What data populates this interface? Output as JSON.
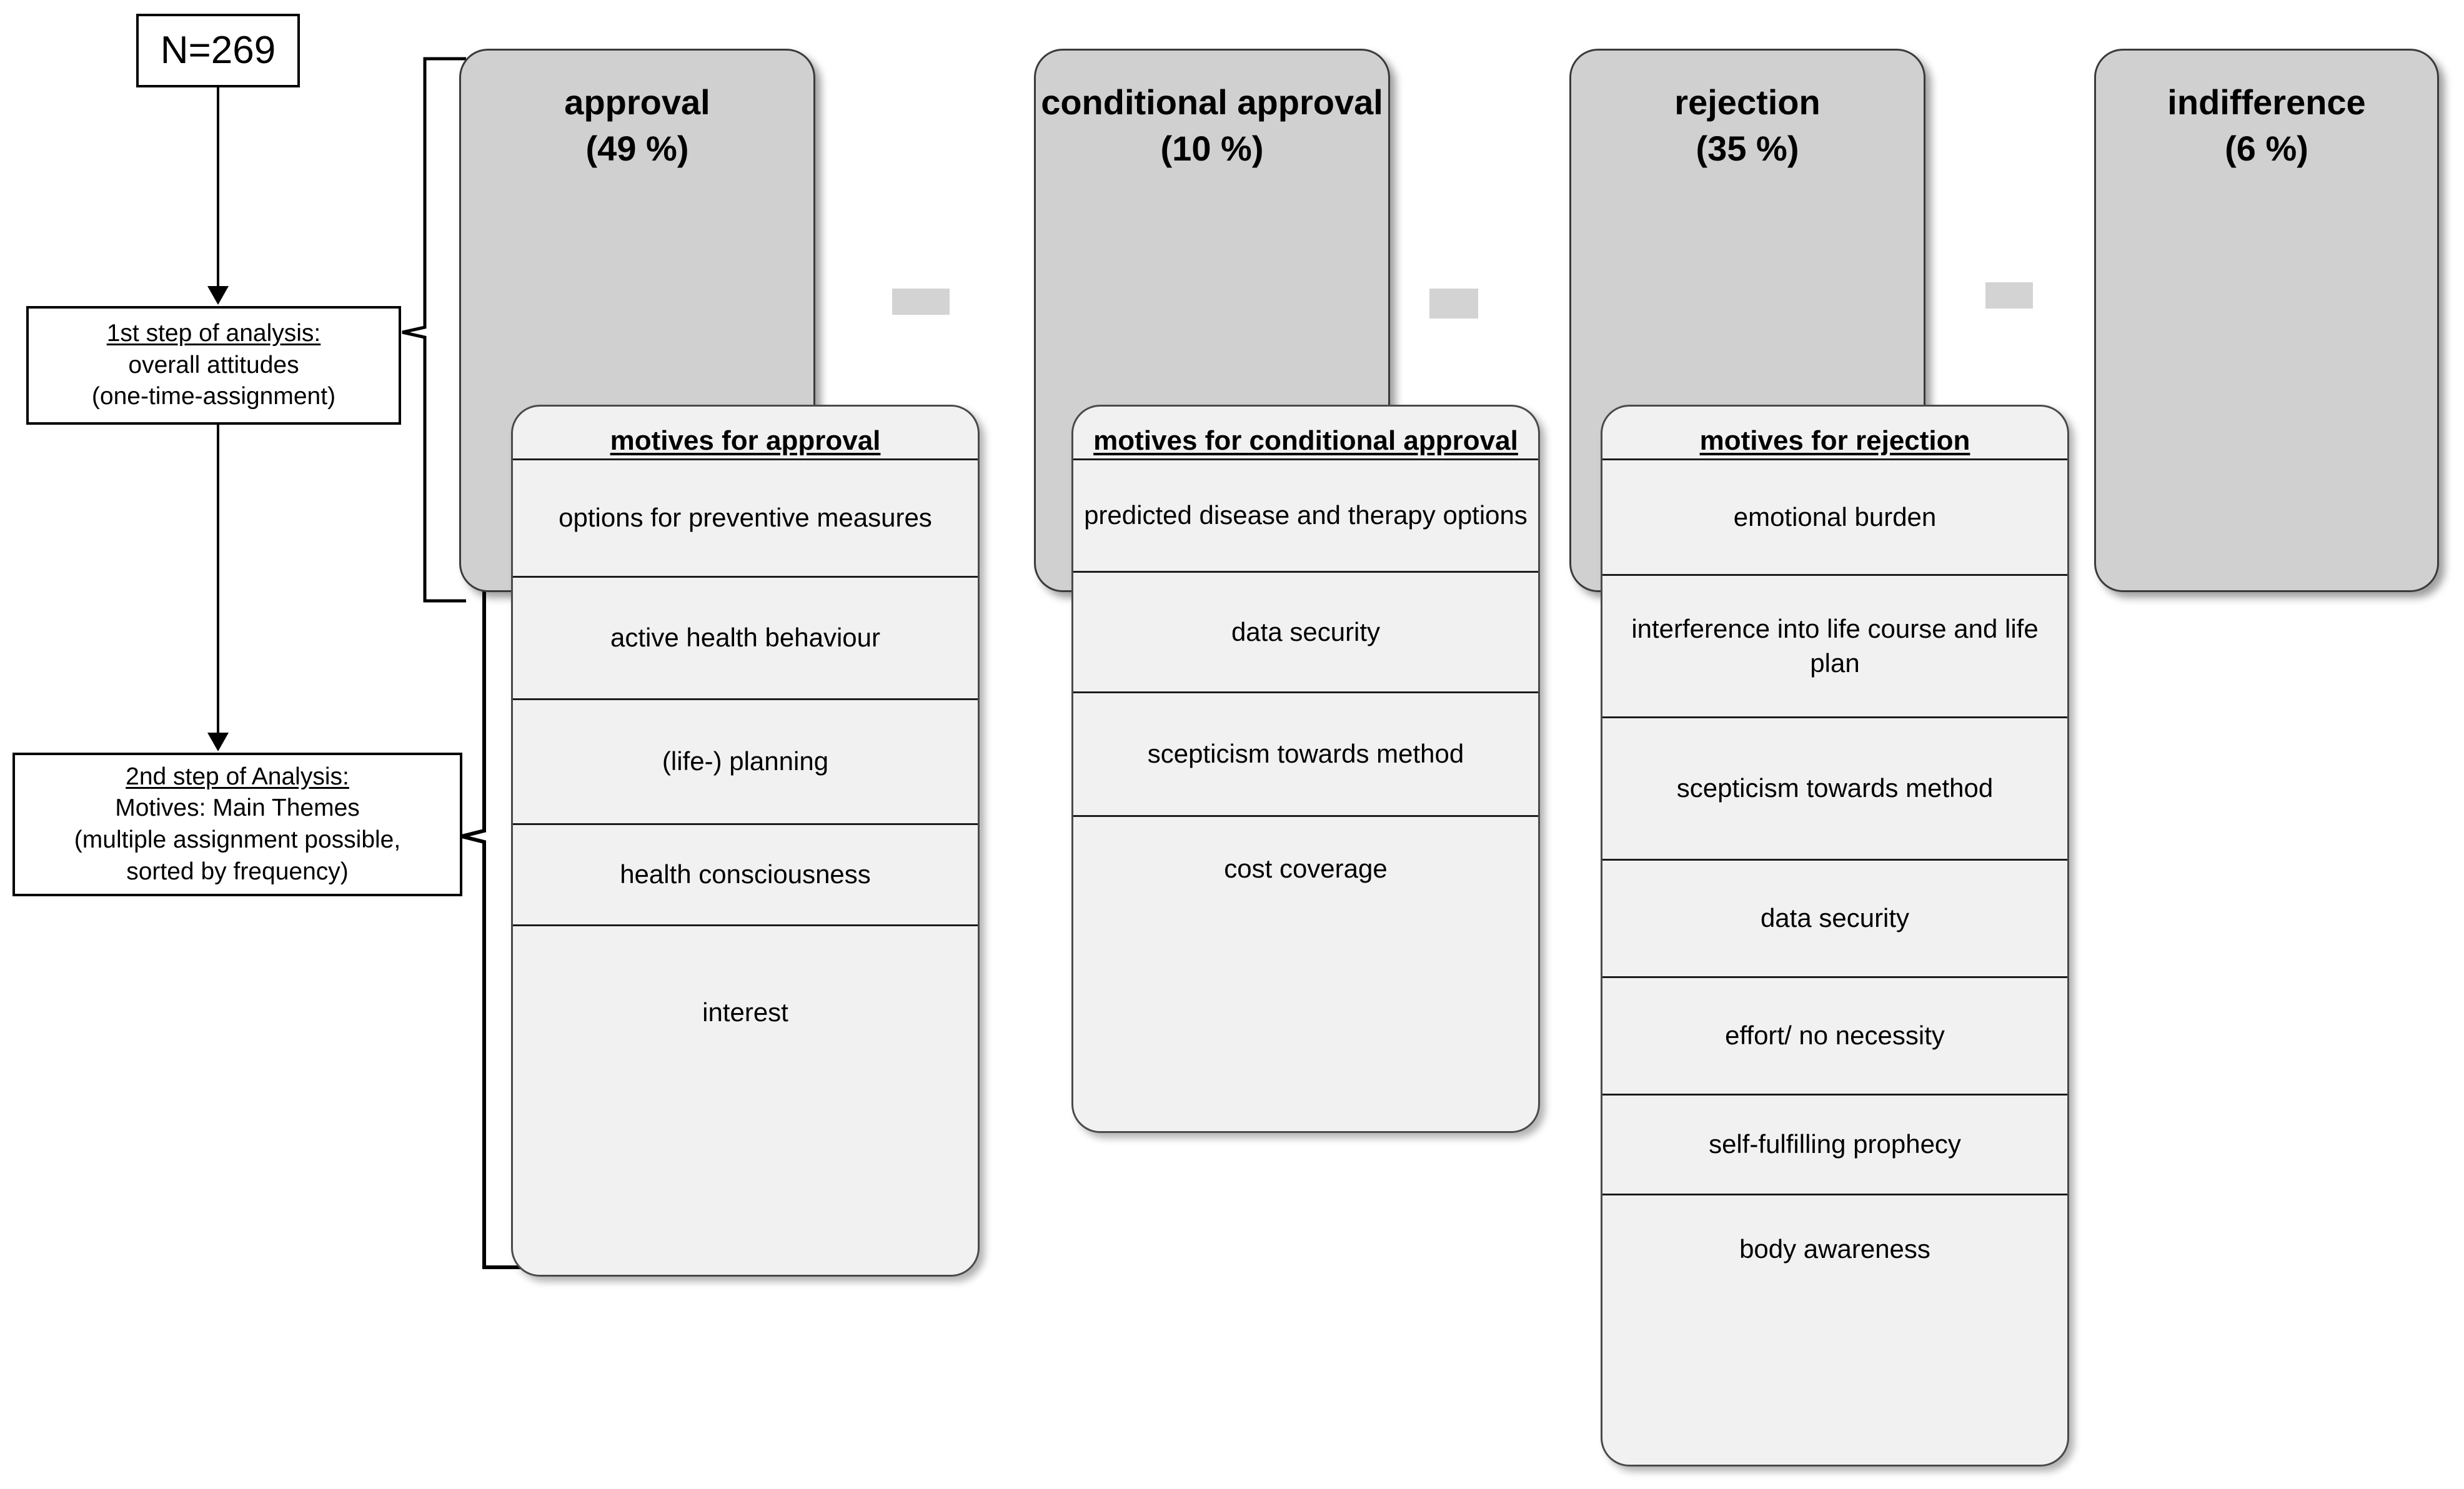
{
  "flow": {
    "sample_box": {
      "label": "N=269"
    },
    "step1": {
      "title": "1st step of analysis:",
      "line2": "overall attitudes",
      "line3": "(one-time-assignment)"
    },
    "step2": {
      "title": "2nd step of Analysis:",
      "line2": "Motives: Main Themes",
      "line3": "(multiple assignment possible,",
      "line4": "sorted by frequency)"
    }
  },
  "colors": {
    "attitude_fill": "#d0d0d0",
    "motive_fill": "#f1f1f1",
    "border": "#3a3a3a",
    "dash": "#d3d3d3"
  },
  "columns": [
    {
      "attitude": {
        "name": "approval",
        "percent": "(49 %)"
      },
      "motives": {
        "heading": "motives for approval",
        "items": [
          "options for preventive measures",
          "active health behaviour",
          "(life-) planning",
          "health consciousness",
          "interest"
        ]
      }
    },
    {
      "attitude": {
        "name": "conditional approval",
        "percent": "(10 %)"
      },
      "motives": {
        "heading": "motives for conditional approval",
        "items": [
          "predicted disease and therapy options",
          "data security",
          "scepticism towards method",
          "cost coverage"
        ]
      }
    },
    {
      "attitude": {
        "name": "rejection",
        "percent": "(35 %)"
      },
      "motives": {
        "heading": "motives for rejection",
        "items": [
          "emotional burden",
          "interference into life course and life plan",
          "scepticism towards method",
          "data security",
          "effort/ no necessity",
          "self-fulfilling prophecy",
          "body awareness"
        ]
      }
    },
    {
      "attitude": {
        "name": "indifference",
        "percent": "(6 %)"
      },
      "motives": null
    }
  ]
}
